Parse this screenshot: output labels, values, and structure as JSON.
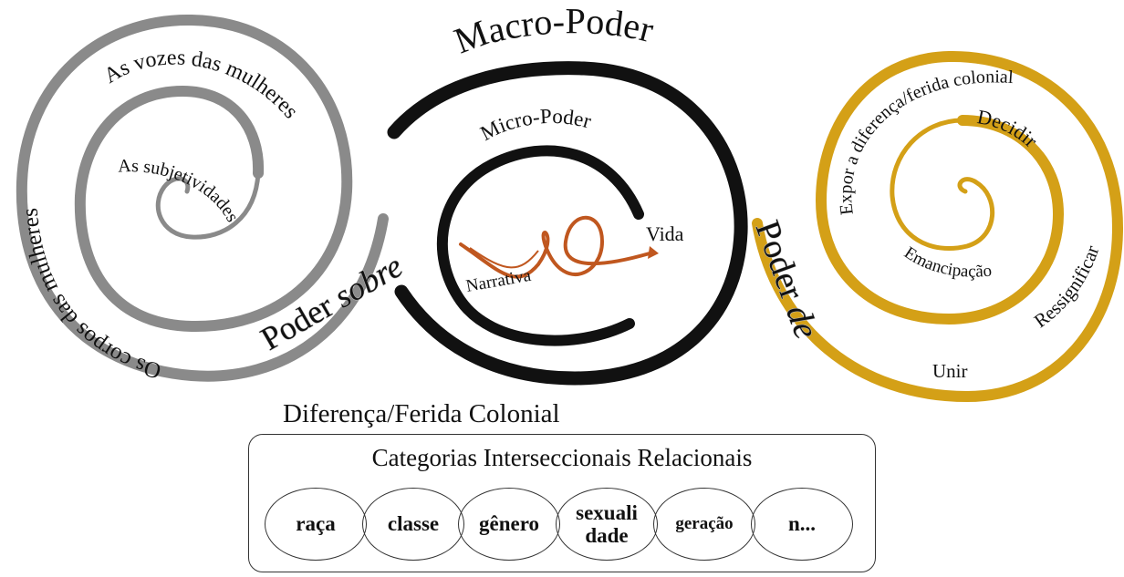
{
  "left_spiral": {
    "outer_text": "Os corpos das mulheres",
    "top_text": "As vozes das mulheres",
    "inner_text": "As subjetividades",
    "power_label_prefix": "Poder",
    "power_label_italic": "sobre",
    "color": "#8a8a8a"
  },
  "center_spiral": {
    "title": "Macro-Poder",
    "inner_title": "Micro-Poder",
    "life_label": "Vida",
    "narrative_label": "Narrativa",
    "color": "#111111",
    "ribbon_color": "#c0571f"
  },
  "right_spiral": {
    "power_label_prefix": "Poder",
    "power_label_italic": "de",
    "expose_text": "Expor a diferença/ferida colonial",
    "decide_text": "Decidir",
    "resignify_text": "Ressignificar",
    "emancipation_text": "Emancipação",
    "unite_text": "Unir",
    "color": "#d4a017"
  },
  "caption": "Diferença/Ferida Colonial",
  "categories_box": {
    "title": "Categorias Interseccionais Relacionais",
    "items": [
      "raça",
      "classe",
      "gênero",
      "sexuali",
      "dade",
      "geração",
      "n..."
    ]
  }
}
